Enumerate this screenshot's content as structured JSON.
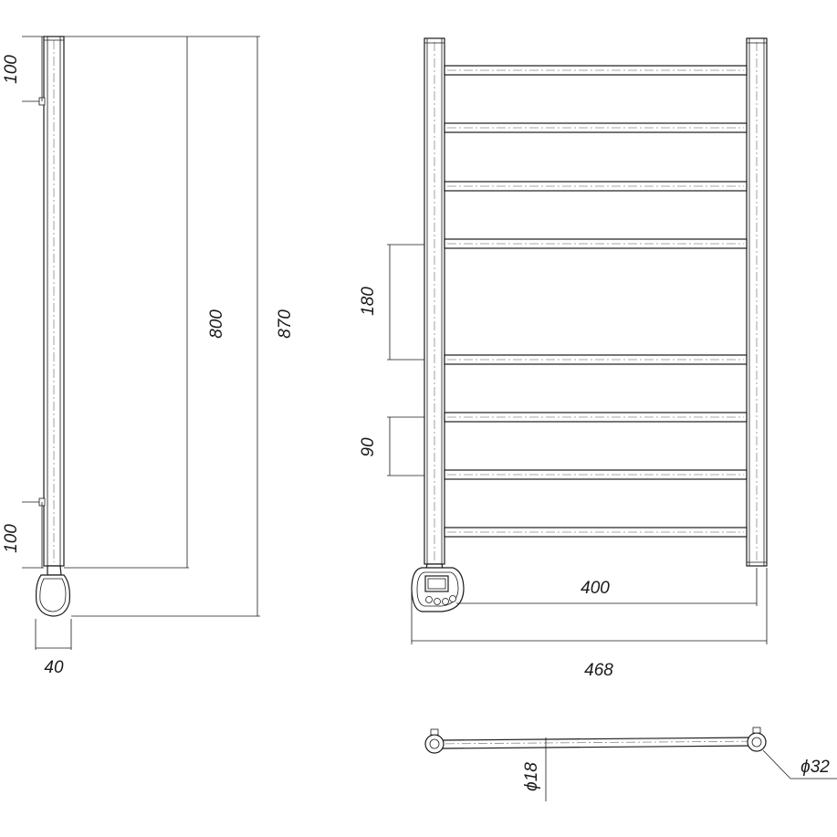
{
  "dimensions": {
    "side_top_offset": "100",
    "side_bottom_offset": "100",
    "side_height_inner": "800",
    "side_height_total": "870",
    "side_depth": "40",
    "front_rail_spacing_large": "180",
    "front_rail_spacing_small": "90",
    "front_width_inner": "400",
    "front_width_total": "468",
    "rail_diameter": "ϕ18",
    "post_diameter": "ϕ32"
  }
}
